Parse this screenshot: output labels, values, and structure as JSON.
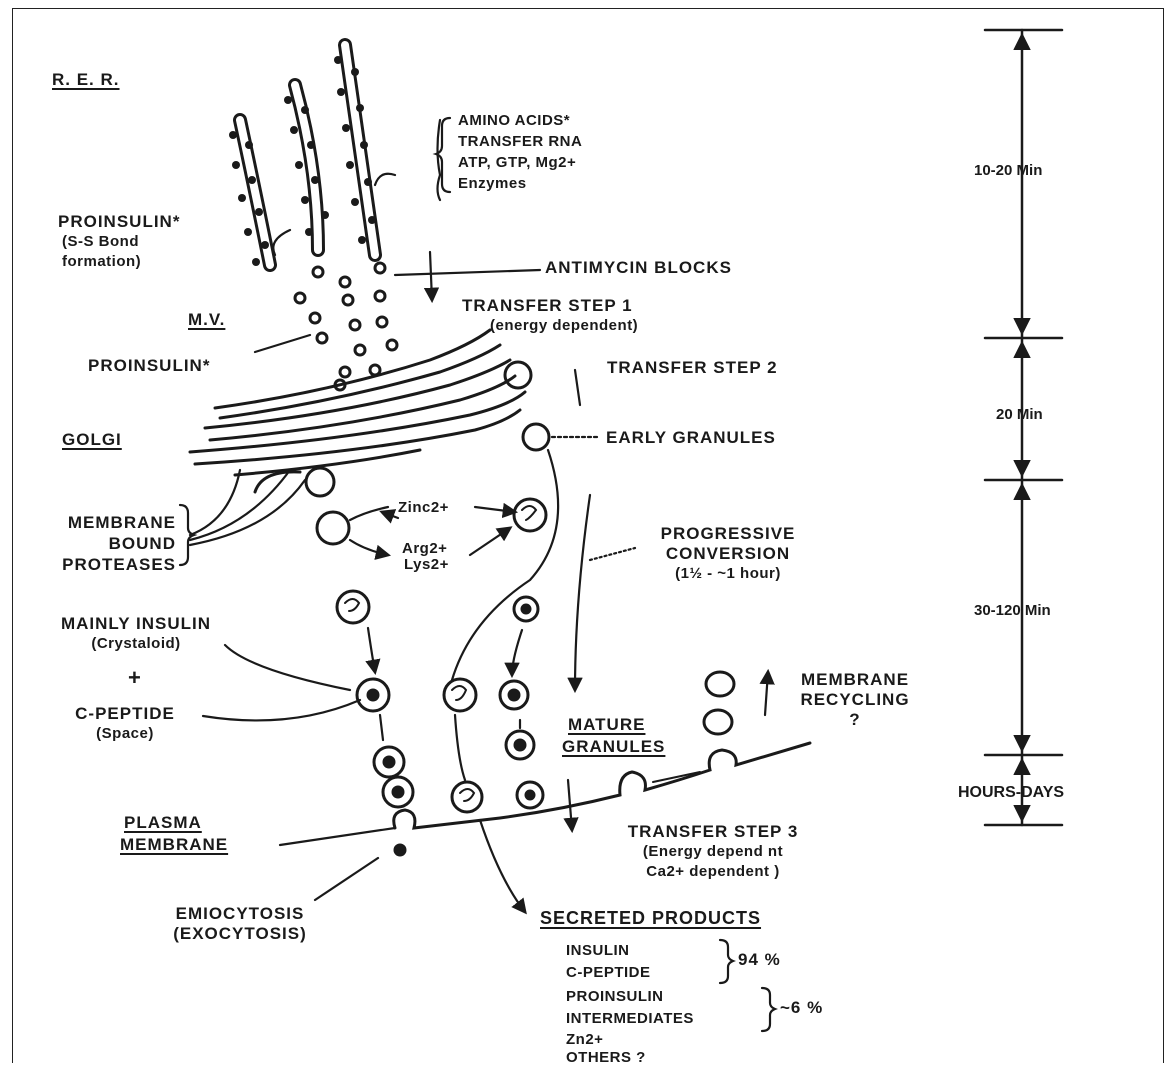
{
  "labels": {
    "rer": "R. E. R.",
    "reagents": [
      "AMINO ACIDS*",
      "TRANSFER RNA",
      "ATP, GTP, Mg2+",
      "Enzymes"
    ],
    "proinsulin_rer": [
      "PROINSULIN*",
      "(S-S Bond",
      "formation)"
    ],
    "antimycin": "ANTIMYCIN BLOCKS",
    "transfer1": [
      "TRANSFER STEP 1",
      "(energy dependent)"
    ],
    "mv": "M.V.",
    "proinsulin_mv": "PROINSULIN*",
    "transfer2": "TRANSFER STEP 2",
    "golgi": "GOLGI",
    "early": "EARLY GRANULES",
    "zinc": "Zinc2+",
    "arg": "Arg2+",
    "lys": "Lys2+",
    "proteases": [
      "MEMBRANE",
      "BOUND",
      "PROTEASES"
    ],
    "progressive": [
      "PROGRESSIVE",
      "CONVERSION",
      "(1½ - ~1 hour)"
    ],
    "mainly_insulin": [
      "MAINLY INSULIN",
      "(Crystaloid)"
    ],
    "plus": "+",
    "cpeptide": [
      "C-PEPTIDE",
      "(Space)"
    ],
    "membrane_recycling": [
      "MEMBRANE",
      "RECYCLING",
      "?"
    ],
    "mature": [
      "MATURE",
      "GRANULES"
    ],
    "plasma": [
      "PLASMA",
      "MEMBRANE"
    ],
    "transfer3": [
      "TRANSFER STEP 3",
      "(Energy depend nt",
      "Ca2+ dependent )"
    ],
    "emiocytosis": [
      "EMIOCYTOSIS",
      "(EXOCYTOSIS)"
    ],
    "secreted_title": "SECRETED PRODUCTS",
    "secreted_group1": [
      "INSULIN",
      "C-PEPTIDE"
    ],
    "secreted_group1_pct": "94 %",
    "secreted_group2": [
      "PROINSULIN",
      "INTERMEDIATES"
    ],
    "secreted_group2_pct": "~6 %",
    "secreted_zn": "Zn2+",
    "secreted_others": "OTHERS ?"
  },
  "timeline": [
    "10-20 Min",
    "20 Min",
    "30-120 Min",
    "HOURS-DAYS"
  ]
}
